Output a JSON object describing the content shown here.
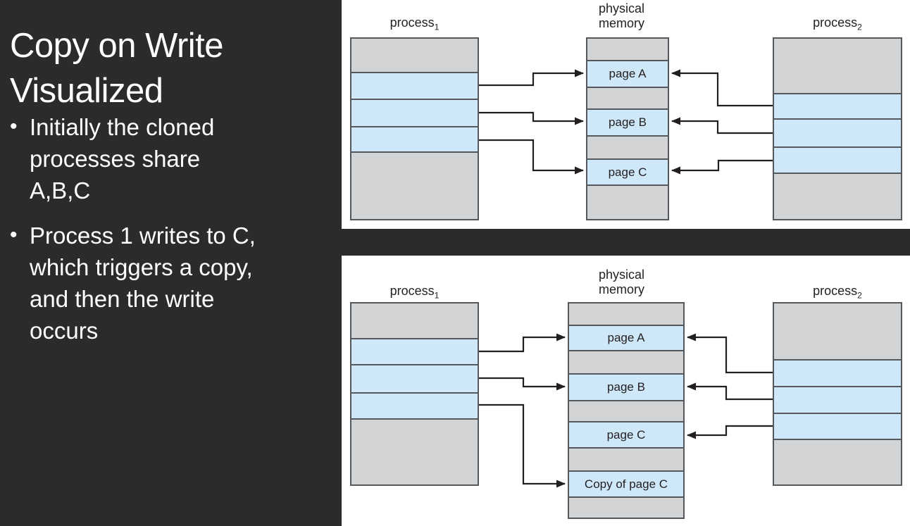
{
  "slide": {
    "title": "Copy on Write\nVisualized",
    "bullet_marker": "•",
    "bullets": [
      "Initially the cloned\nprocesses share\nA,B,C",
      "Process 1 writes to C,\nwhich triggers a copy,\nand then the write\noccurs"
    ]
  },
  "colors": {
    "background": "#2d2a2b",
    "panel": "#ffffff",
    "slide_text": "#ffffff",
    "block_gray": "#d2d3d4",
    "block_blue": "#cfe8f9",
    "block_border": "#54585c",
    "diagram_text": "#231f20",
    "arrow": "#231f20"
  },
  "diagram_top": {
    "process1": {
      "text": "process",
      "sub": "1"
    },
    "memory_title": "physical\nmemory",
    "process2": {
      "text": "process",
      "sub": "2"
    },
    "pages": [
      "page A",
      "page B",
      "page C"
    ]
  },
  "diagram_bottom": {
    "process1": {
      "text": "process",
      "sub": "1"
    },
    "memory_title": "physical\nmemory",
    "process2": {
      "text": "process",
      "sub": "2"
    },
    "pages": [
      "page A",
      "page B",
      "page C",
      "Copy of page C"
    ]
  }
}
